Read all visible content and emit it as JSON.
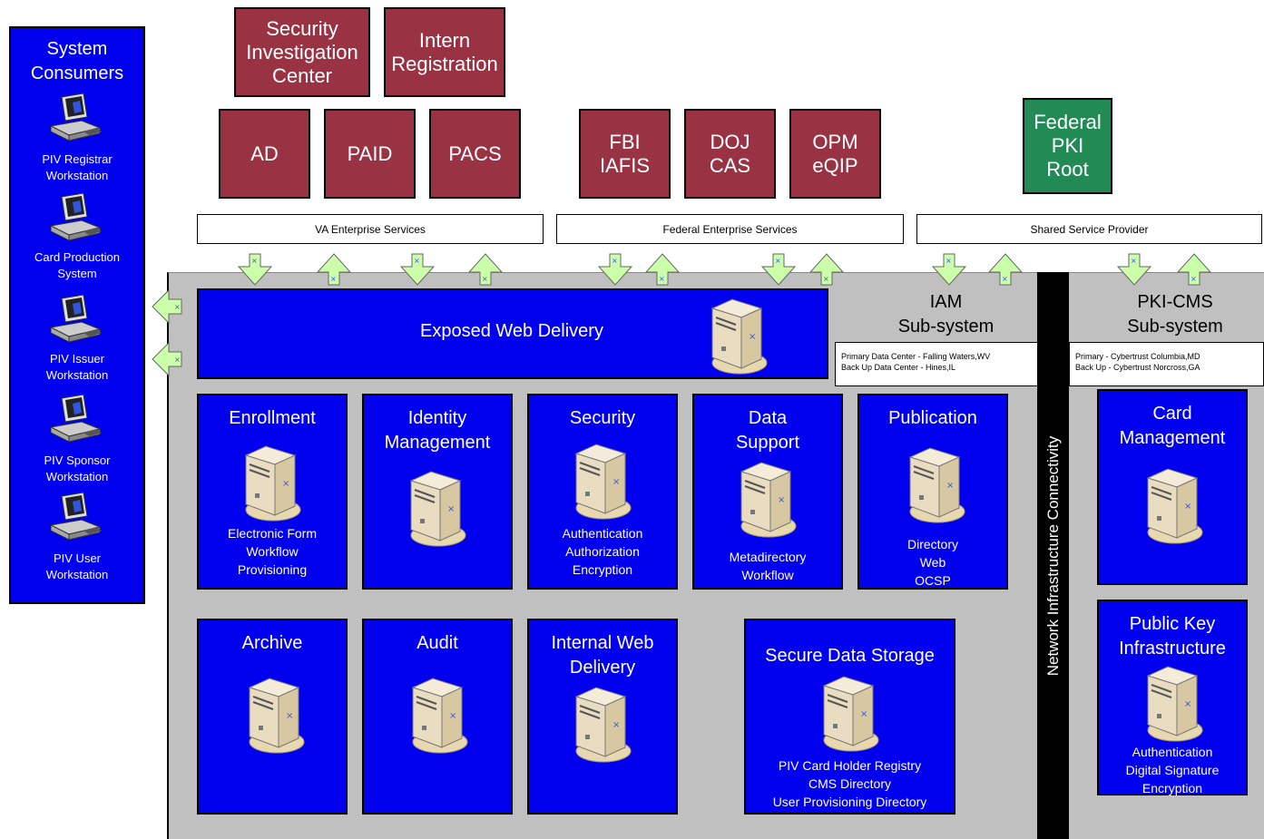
{
  "consumers": {
    "title": [
      "System",
      "Consumers"
    ],
    "items": [
      [
        "PIV Registrar",
        "Workstation"
      ],
      [
        "Card Production",
        "System"
      ],
      [
        "PIV Issuer",
        "Workstation"
      ],
      [
        "PIV Sponsor",
        "Workstation"
      ],
      [
        "PIV User",
        "Workstation"
      ]
    ]
  },
  "top": {
    "sic": [
      "Security",
      "Investigation",
      "Center"
    ],
    "intern": [
      "Intern",
      "Registration"
    ],
    "ad": [
      "AD"
    ],
    "paid": [
      "PAID"
    ],
    "pacs": [
      "PACS"
    ],
    "fbi": [
      "FBI",
      "IAFIS"
    ],
    "doj": [
      "DOJ",
      "CAS"
    ],
    "opm": [
      "OPM",
      "eQIP"
    ],
    "fpki": [
      "Federal",
      "PKI",
      "Root"
    ]
  },
  "bars": {
    "va": "VA Enterprise Services",
    "federal": "Federal Enterprise Services",
    "shared": "Shared Service Provider"
  },
  "main": {
    "exposed": "Exposed Web Delivery",
    "iam_title": [
      "IAM",
      "Sub-system"
    ],
    "iam_note": [
      "Primary Data Center - Falling Waters,WV",
      "Back Up Data Center - Hines,IL"
    ],
    "pki_title": [
      "PKI-CMS",
      "Sub-system"
    ],
    "pki_note": [
      "Primary - Cybertrust Columbia,MD",
      "Back Up - Cybertrust Norcross,GA"
    ],
    "network": "Network Infrastructure Connectivity"
  },
  "modules": {
    "enrollment": {
      "title": [
        "Enrollment"
      ],
      "sub": [
        "Electronic Form",
        "Workflow",
        "Provisioning"
      ]
    },
    "identity": {
      "title": [
        "Identity",
        "Management"
      ],
      "sub": []
    },
    "security": {
      "title": [
        "Security"
      ],
      "sub": [
        "Authentication",
        "Authorization",
        "Encryption"
      ]
    },
    "data_support": {
      "title": [
        "Data",
        "Support"
      ],
      "sub": [
        "Metadirectory",
        "Workflow"
      ]
    },
    "publication": {
      "title": [
        "Publication"
      ],
      "sub": [
        "Directory",
        "Web",
        "OCSP"
      ]
    },
    "archive": {
      "title": [
        "Archive"
      ],
      "sub": []
    },
    "audit": {
      "title": [
        "Audit"
      ],
      "sub": []
    },
    "internal_web": {
      "title": [
        "Internal Web",
        "Delivery"
      ],
      "sub": []
    },
    "secure_storage": {
      "title": [
        "Secure Data Storage"
      ],
      "sub": [
        "PIV Card Holder Registry",
        "CMS Directory",
        "User Provisioning Directory"
      ]
    },
    "card_mgmt": {
      "title": [
        "Card",
        "Management"
      ],
      "sub": []
    },
    "pki": {
      "title": [
        "Public Key",
        "Infrastructure"
      ],
      "sub": [
        "Authentication",
        "Digital Signature",
        "Encryption"
      ]
    }
  },
  "colors": {
    "module_blue": "#0000ee",
    "external_maroon": "#993344",
    "pki_green": "#228b55",
    "subsystem_gray": "#c0c0c0",
    "arrow_green": "#ccffaa"
  }
}
